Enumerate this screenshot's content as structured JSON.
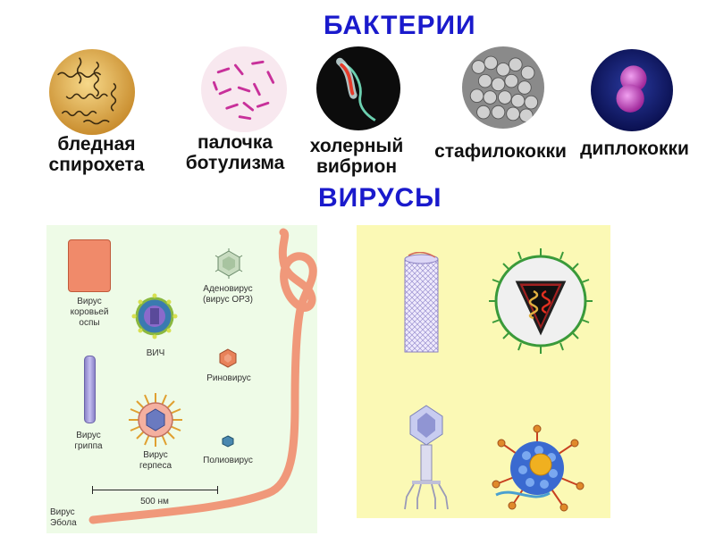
{
  "headings": {
    "bacteria": "БАКТЕРИИ",
    "viruses": "ВИРУСЫ"
  },
  "bacteria": [
    {
      "line1": "бледная",
      "line2": "спирохета"
    },
    {
      "line1": "палочка",
      "line2": "ботулизма"
    },
    {
      "line1": "холерный",
      "line2": "вибрион"
    },
    {
      "line1": "стафилококки",
      "line2": ""
    },
    {
      "line1": "диплококки",
      "line2": ""
    }
  ],
  "viruses": {
    "smallpox": {
      "line1": "Вирус",
      "line2": "коровьей",
      "line3": "оспы"
    },
    "hiv": {
      "line1": "ВИЧ"
    },
    "adenovirus": {
      "line1": "Аденовирус",
      "line2": "(вирус ОРЗ)"
    },
    "influenza": {
      "line1": "Вирус",
      "line2": "гриппа"
    },
    "rhinovirus": {
      "line1": "Риновирус"
    },
    "herpes": {
      "line1": "Вирус",
      "line2": "герпеса"
    },
    "poliovirus": {
      "line1": "Полиовирус"
    },
    "scale": {
      "label": "500 нм"
    },
    "ebola": {
      "line1": "Вирус",
      "line2": "Эбола"
    }
  },
  "colors": {
    "heading": "#1a1acc",
    "left_panel_bg": "#eefbe7",
    "right_panel_bg": "#fbf9b5",
    "ebola": "#f0987a",
    "smallpox": "#f08a6a"
  }
}
